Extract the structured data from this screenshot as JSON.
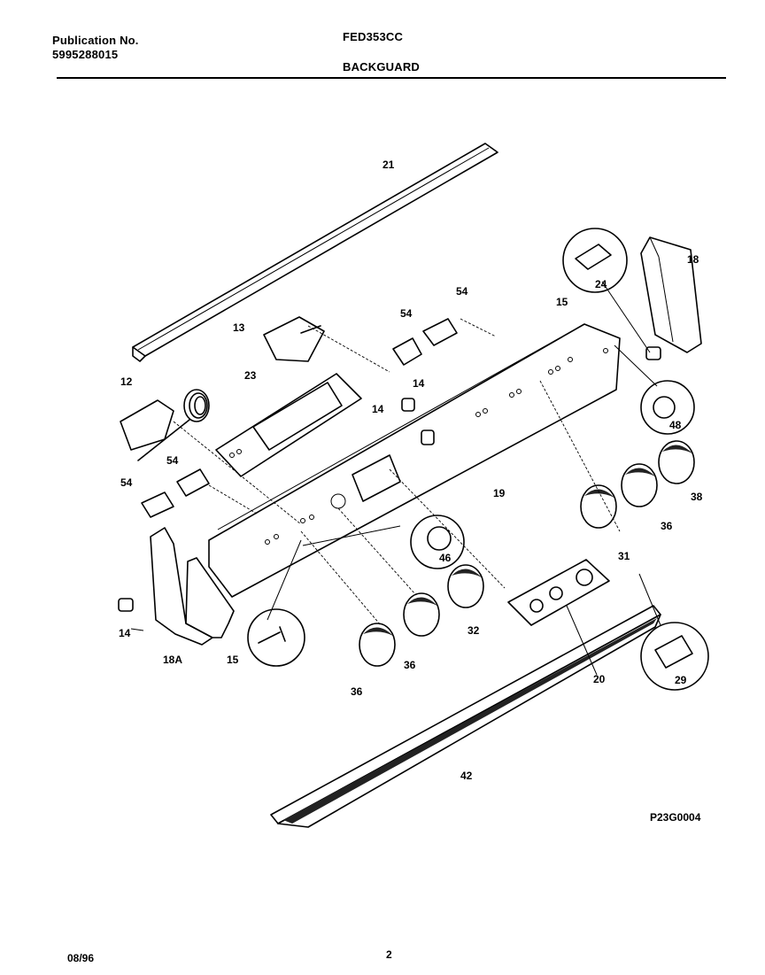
{
  "header": {
    "publication_label": "Publication No.",
    "publication_number": "5995288015",
    "model": "FED353CC",
    "section": "BACKGUARD"
  },
  "diagram": {
    "drawing_id": "P23G0004",
    "callouts": [
      "21",
      "18",
      "24",
      "54",
      "54",
      "15",
      "13",
      "12",
      "23",
      "14",
      "14",
      "48",
      "54",
      "54",
      "19",
      "38",
      "36",
      "31",
      "46",
      "32",
      "20",
      "29",
      "14",
      "18A",
      "15",
      "36",
      "36",
      "42"
    ]
  },
  "footer": {
    "date": "08/96",
    "page": "2"
  }
}
